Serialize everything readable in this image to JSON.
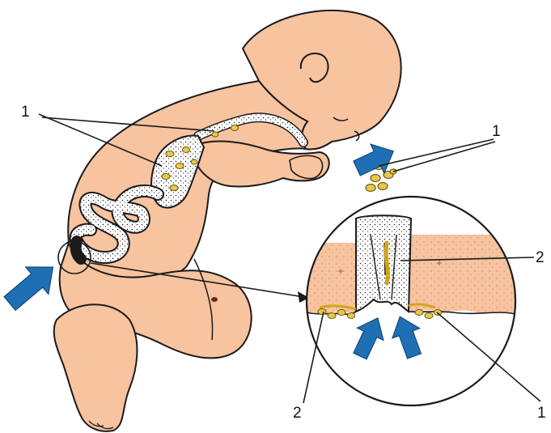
{
  "top_text": "",
  "labels": {
    "left_top": "1",
    "right_top": "1",
    "inset_right_2": "2",
    "inset_bottom_left_2": "2",
    "inset_bottom_right_1": "1"
  },
  "colors": {
    "skin": "#f8c39f",
    "outline": "#1a1a1a",
    "arrow_blue": "#1f6fb4",
    "egg_yellow": "#e8c84a",
    "gut_fill": "#ffffff"
  },
  "icons": {
    "arrow": "blue-block-arrow",
    "egg": "parasite-egg"
  }
}
